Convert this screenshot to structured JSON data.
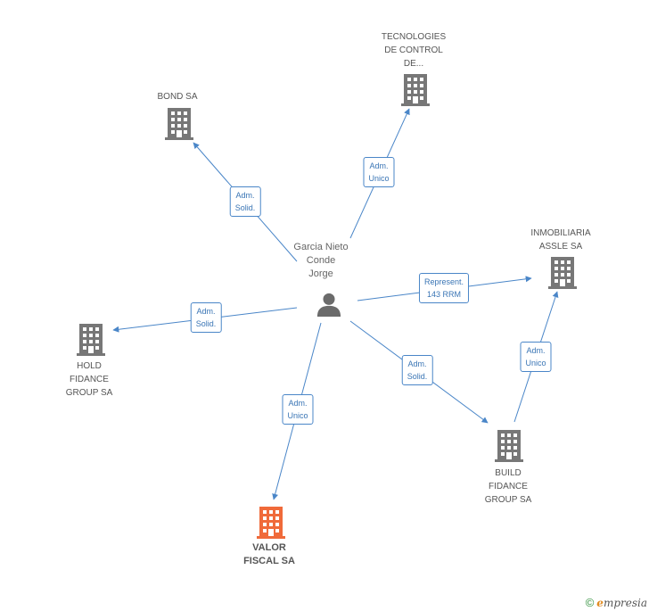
{
  "colors": {
    "edge": "#4a86c8",
    "building": "#777777",
    "focus": "#f06a3a",
    "person": "#6b6b6b"
  },
  "person": {
    "name_lines": [
      "Garcia Nieto",
      "Conde",
      "Jorge"
    ],
    "icon": "person-icon"
  },
  "companies": [
    {
      "id": "tecnologies",
      "lines": [
        "TECNOLOGIES",
        "DE CONTROL",
        "DE..."
      ],
      "icon": "building-icon"
    },
    {
      "id": "bond",
      "lines": [
        "BOND SA"
      ],
      "icon": "building-icon"
    },
    {
      "id": "inmobiliaria",
      "lines": [
        "INMOBILIARIA",
        "ASSLE SA"
      ],
      "icon": "building-icon"
    },
    {
      "id": "hold",
      "lines": [
        "HOLD",
        "FIDANCE",
        "GROUP SA"
      ],
      "icon": "building-icon"
    },
    {
      "id": "build",
      "lines": [
        "BUILD",
        "FIDANCE",
        "GROUP SA"
      ],
      "icon": "building-icon"
    },
    {
      "id": "valor",
      "lines": [
        "VALOR",
        "FISCAL SA"
      ],
      "icon": "building-icon",
      "focus": true
    }
  ],
  "relations": [
    {
      "from": "person",
      "to": "tecnologies",
      "lines": [
        "Adm.",
        "Unico"
      ]
    },
    {
      "from": "person",
      "to": "bond",
      "lines": [
        "Adm.",
        "Solid."
      ]
    },
    {
      "from": "person",
      "to": "inmobiliaria",
      "lines": [
        "Represent.",
        "143 RRM"
      ]
    },
    {
      "from": "person",
      "to": "hold",
      "lines": [
        "Adm.",
        "Solid."
      ]
    },
    {
      "from": "person",
      "to": "build",
      "lines": [
        "Adm.",
        "Solid."
      ]
    },
    {
      "from": "person",
      "to": "valor",
      "lines": [
        "Adm.",
        "Unico"
      ]
    },
    {
      "from": "build",
      "to": "inmobiliaria",
      "lines": [
        "Adm.",
        "Unico"
      ]
    }
  ],
  "footer": {
    "copyright": "©",
    "brand_initial": "e",
    "brand_rest": "mpresia"
  }
}
